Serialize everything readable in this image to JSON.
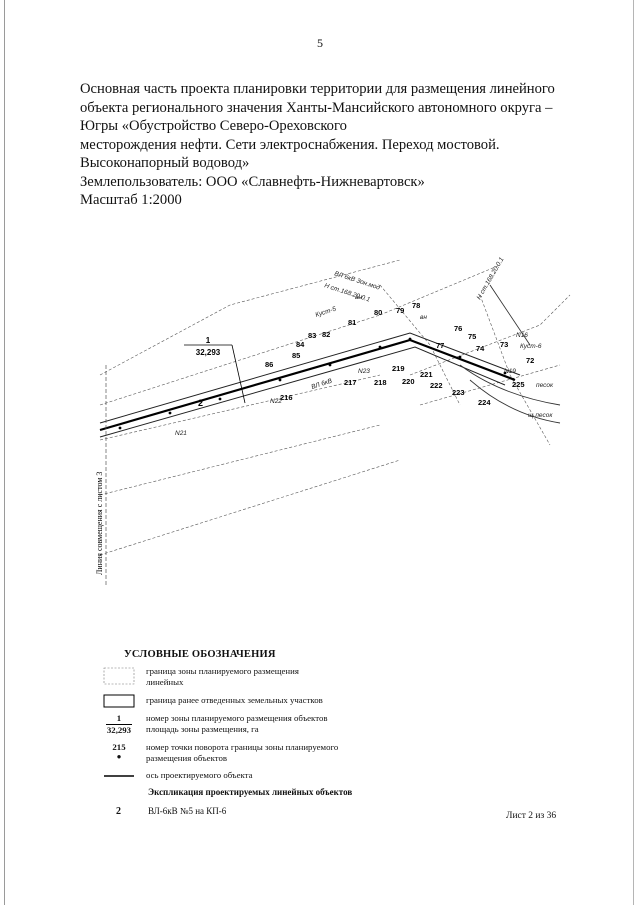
{
  "page_number": "5",
  "heading_lines": [
    "Основная часть проекта планировки территории для размещения линейного",
    "объекта регионального значения Ханты-Мансийского автономного округа –",
    "Югры «Обустройство Северо-Ореховского",
    "месторождения нефти. Сети электроснабжения. Переход мостовой.",
    "Высоконапорный водовод»",
    "Землепользователь: ООО «Славнефть-Нижневартовск»",
    "Масштаб 1:2000"
  ],
  "map": {
    "zone_label": {
      "number": "1",
      "area": "32,293"
    },
    "line_number": "2",
    "match_line_label": "Линия совмещения с листом 3",
    "points": [
      "86",
      "85",
      "84",
      "83",
      "82",
      "81",
      "80",
      "79",
      "78",
      "77",
      "76",
      "75",
      "74",
      "73",
      "72",
      "216",
      "217",
      "218",
      "219",
      "220",
      "221",
      "222",
      "223",
      "224",
      "225"
    ],
    "misc_labels": [
      "Куст-5",
      "Куст-6",
      "песок",
      "N21",
      "N22",
      "N23",
      "N16",
      "N19",
      "ВЛ 6кВ",
      "ВЛ 6кВ 3он.мод",
      "Н ст.168.20.0.1",
      "Н ст.168.20.0.1",
      "вн",
      "вн",
      "щ.песок"
    ]
  },
  "legend": {
    "title": "УСЛОВНЫЕ ОБОЗНАЧЕНИЯ",
    "items": [
      {
        "text_lines": [
          "граница зоны планируемого размещения",
          "линейных"
        ]
      },
      {
        "text_lines": [
          "граница ранее отведенных земельных участков"
        ]
      },
      {
        "symbol_top": "1",
        "symbol_bottom": "32,293",
        "text_lines": [
          "номер зоны планируемого размещения объектов",
          "площадь зоны размещения, га"
        ]
      },
      {
        "symbol_top": "215",
        "text_lines": [
          "номер точки поворота границы зоны планируемого",
          "размещения объектов"
        ]
      },
      {
        "text_lines": [
          "ось проектируемого объекта"
        ]
      }
    ]
  },
  "explication": {
    "title": "Экспликация проектируемых линейных объектов",
    "number": "2",
    "text": "ВЛ-6кВ №5 на КП-6"
  },
  "sheet_label": "Лист 2 из 36"
}
